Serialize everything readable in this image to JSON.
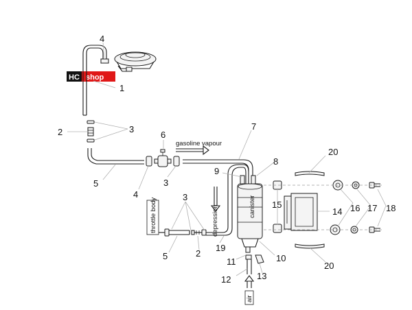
{
  "logo": {
    "left": "HC",
    "right": "shop"
  },
  "labels": {
    "gasoline_vapour": "gasoline vapour",
    "depression": "depression",
    "throttle_body": "throttle body",
    "air": "air",
    "canister": "canister"
  },
  "callouts": {
    "n1": "1",
    "n2a": "2",
    "n2b": "2",
    "n3a": "3",
    "n3b": "3",
    "n3c": "3",
    "n4a": "4",
    "n4b": "4",
    "n5a": "5",
    "n5b": "5",
    "n6": "6",
    "n7": "7",
    "n8": "8",
    "n9": "9",
    "n10": "10",
    "n11": "11",
    "n12": "12",
    "n13": "13",
    "n14": "14",
    "n15": "15",
    "n16": "16",
    "n17": "17",
    "n18": "18",
    "n19": "19",
    "n20a": "20",
    "n20b": "20"
  }
}
